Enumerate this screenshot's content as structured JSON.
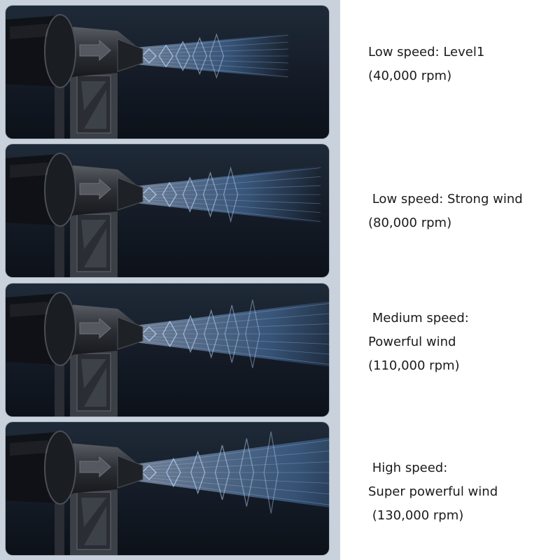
{
  "product_image": {
    "icon": "air-blower-icon",
    "colors": {
      "panel_dark": "#141b26",
      "airflow_blue": "#6aa8f0",
      "body_gray": "#3b3f46"
    }
  },
  "speed_modes": [
    {
      "line1": "Low speed: Level1",
      "line2": "(40,000 rpm)",
      "line3": "",
      "airflow_strength": 0.3
    },
    {
      "line1": " Low speed: Strong wind",
      "line2": "(80,000 rpm)",
      "line3": "",
      "airflow_strength": 0.5
    },
    {
      "line1": " Medium speed:",
      "line2": "Powerful wind",
      "line3": "(110,000 rpm)",
      "airflow_strength": 0.75
    },
    {
      "line1": " High speed:",
      "line2": "Super powerful wind",
      "line3": " (130,000 rpm)",
      "airflow_strength": 1.0
    }
  ]
}
